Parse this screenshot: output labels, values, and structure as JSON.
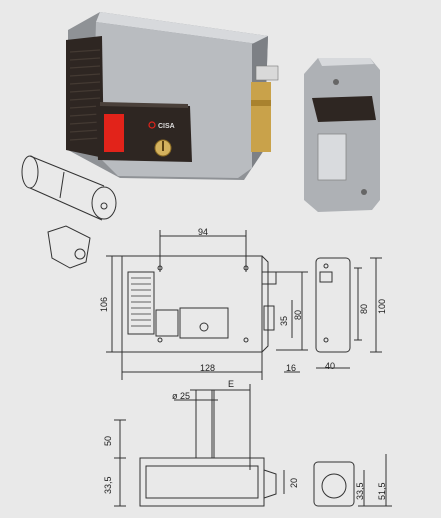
{
  "product": {
    "brand": "CISA"
  },
  "dimensions": {
    "front_width_holes": "94",
    "front_height": "106",
    "lock_width": "128",
    "depth_16": "16",
    "dim_35": "35",
    "dim_80": "80",
    "keeper_height_80": "80",
    "keeper_height_100": "100",
    "keeper_width": "40",
    "cylinder_diameter": "ø 25",
    "backset": "E",
    "dim_50": "50",
    "dim_33_5_left": "33,5",
    "dim_20": "20",
    "dim_33_5_right": "33,5",
    "dim_51_5": "51,5"
  },
  "colors": {
    "background": "#e9e9e9",
    "lock_body": "#b9bcc0",
    "cover": "#2e2622",
    "red_button": "#e2231a",
    "brass": "#c9a24a",
    "line": "#333333"
  }
}
